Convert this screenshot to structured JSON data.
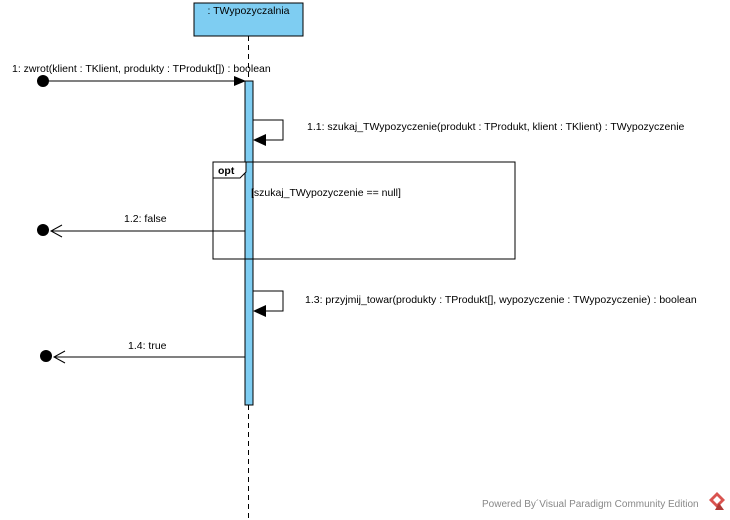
{
  "lifeline": {
    "name": ": TWypozyczalnia"
  },
  "messages": [
    {
      "id": "m1",
      "label": "1: zwrot(klient : TKlient, produkty : TProdukt[]) : boolean"
    },
    {
      "id": "m1_1",
      "label": "1.1: szukaj_TWypozyczenie(produkt : TProdukt, klient : TKlient) : TWypozyczenie"
    },
    {
      "id": "m1_2",
      "label": "1.2: false"
    },
    {
      "id": "m1_3",
      "label": "1.3: przyjmij_towar(produkty : TProdukt[], wypozyczenie : TWypozyczenie) : boolean"
    },
    {
      "id": "m1_4",
      "label": "1.4: true"
    }
  ],
  "fragment": {
    "operator": "opt",
    "guard": "[szukaj_TWypozyczenie == null]"
  },
  "watermark": {
    "text": "Powered By´Visual Paradigm Community Edition"
  },
  "colors": {
    "lifeline_fill": "#7ecdf2",
    "activation_fill": "#7ecdf2",
    "line": "#000000",
    "logo": "#d9534f"
  },
  "icons": {
    "logo": "visual-paradigm-logo-icon"
  }
}
